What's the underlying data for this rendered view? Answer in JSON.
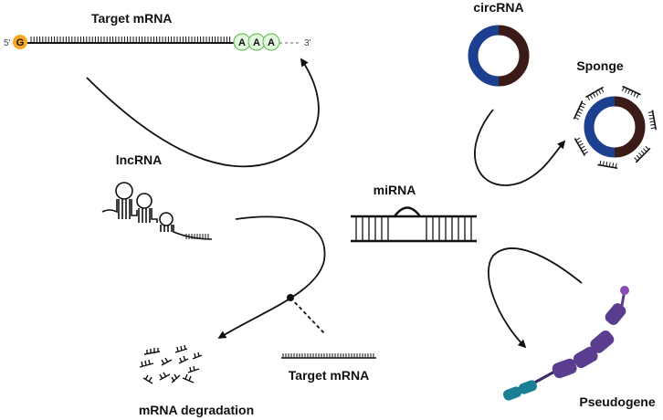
{
  "labels": {
    "target_mrna_top": "Target mRNA",
    "five_prime": "5'",
    "three_prime": "3'",
    "cap": "G",
    "poly_a": [
      "A",
      "A",
      "A"
    ],
    "circrna": "circRNA",
    "sponge": "Sponge",
    "lncrna": "lncRNA",
    "mirna": "miRNA",
    "target_mrna_bottom": "Target mRNA",
    "mrna_degradation": "mRNA degradation",
    "pseudogene": "Pseudogene"
  },
  "colors": {
    "cap": "#f5a623",
    "poly_a_fill": "#e3f6e0",
    "poly_a_stroke": "#6bbf5c",
    "circ_blue": "#1c3f8f",
    "circ_brown": "#3a1b17",
    "pseudo_purple": "#5a3d8f",
    "pseudo_teal": "#1a7f94",
    "pseudo_tip": "#8a4cb0",
    "arrow": "#111111"
  },
  "icons": [
    "arrow-icon",
    "microrna-duplex-icon",
    "hairpin-icon",
    "circrna-ring-icon",
    "rna-fragment-icon",
    "protein-chain-icon"
  ]
}
